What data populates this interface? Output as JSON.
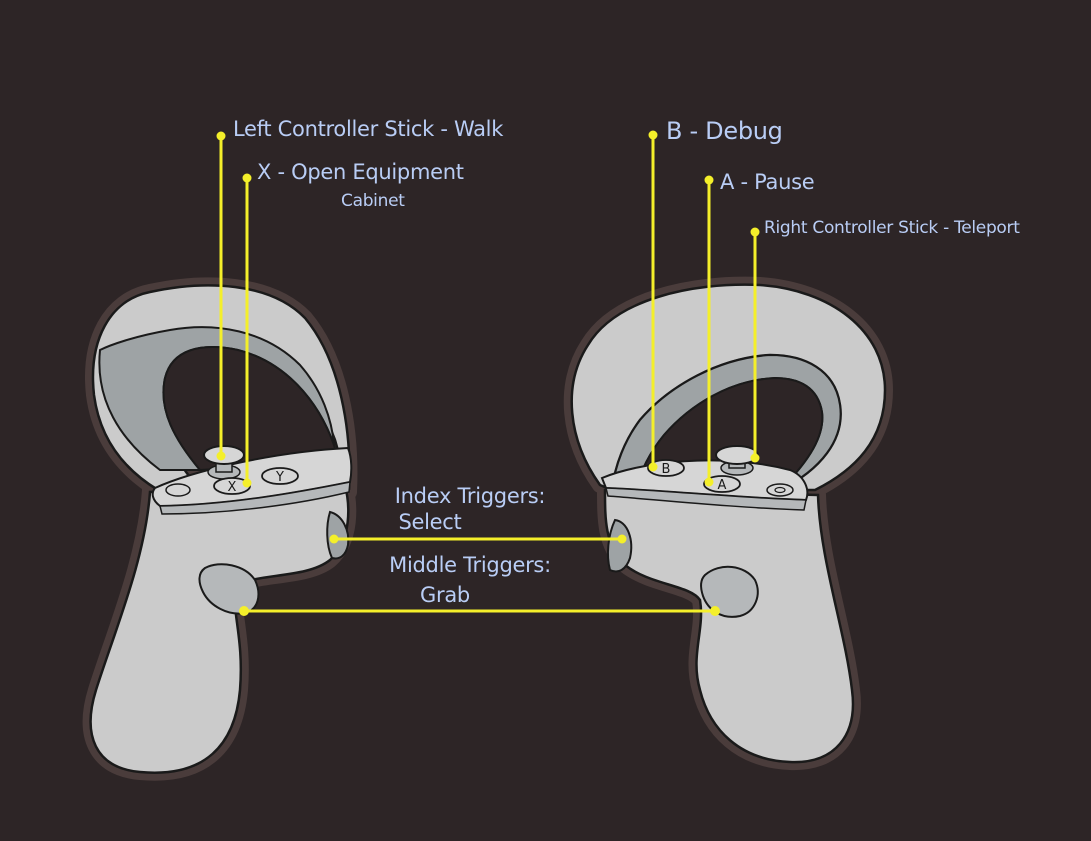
{
  "canvas": {
    "background": "#2d2526"
  },
  "colors": {
    "controller_fill": "#cbcbcb",
    "controller_dark": "#9ea3a5",
    "controller_outline": "#1a1a1a",
    "halo": "#4a3c3b",
    "leader": "#f4ef2a",
    "label_text": "#b9cdf5"
  },
  "left_controller": {
    "buttons": [
      {
        "icon": "x-button-icon",
        "glyph": "X"
      },
      {
        "icon": "y-button-icon",
        "glyph": "Y"
      },
      {
        "icon": "menu-button-icon",
        "glyph": ""
      }
    ]
  },
  "right_controller": {
    "buttons": [
      {
        "icon": "b-button-icon",
        "glyph": "B"
      },
      {
        "icon": "a-button-icon",
        "glyph": "A"
      },
      {
        "icon": "oculus-button-icon",
        "glyph": ""
      }
    ]
  },
  "labels": {
    "left_stick": "Left Controller Stick - Walk",
    "x_button": "X - Open Equipment",
    "x_button_sub": "Cabinet",
    "b_button": "B - Debug",
    "a_button": "A - Pause",
    "right_stick": "Right Controller Stick - Teleport",
    "index_triggers": "Index Triggers:",
    "index_triggers_sub": "Select",
    "middle_triggers": "Middle Triggers:",
    "middle_triggers_sub": "Grab"
  }
}
